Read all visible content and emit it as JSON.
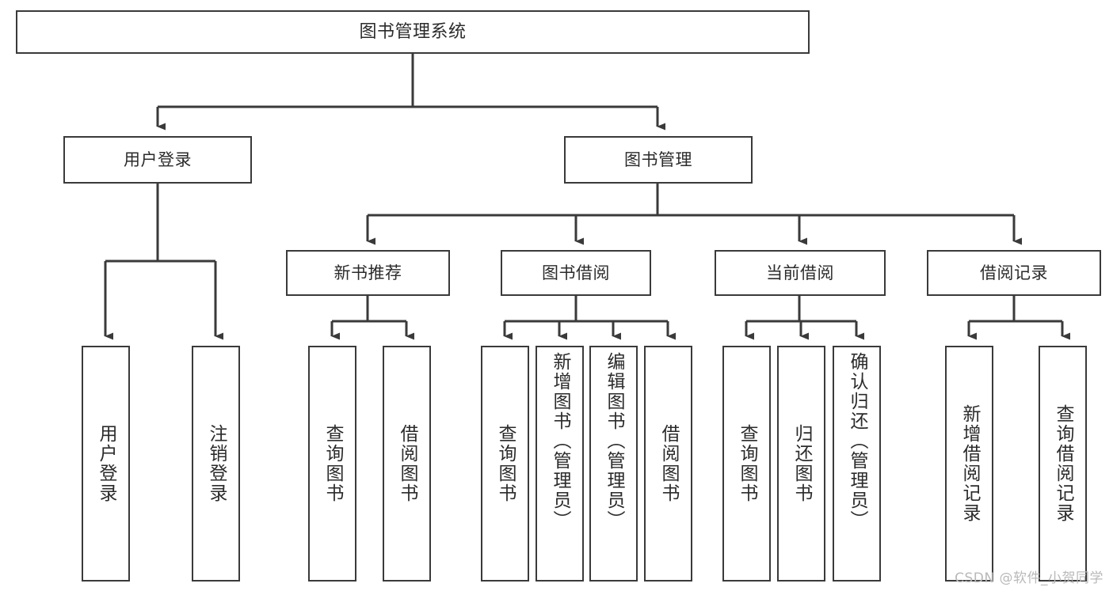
{
  "diagram": {
    "title": "图书管理系统",
    "type": "tree-hierarchy-chart",
    "stroke_color": "#3a3a3a",
    "fill_color": "#ffffff",
    "text_color": "#2b2b2b"
  },
  "nodes": {
    "root": {
      "label": "图书管理系统"
    },
    "level1": [
      {
        "label": "用户登录"
      },
      {
        "label": "图书管理"
      }
    ],
    "level2": [
      {
        "label": "新书推荐"
      },
      {
        "label": "图书借阅"
      },
      {
        "label": "当前借阅"
      },
      {
        "label": "借阅记录"
      }
    ],
    "leaves": {
      "user_login": [
        {
          "label": "用户登录"
        },
        {
          "label": "注销登录"
        }
      ],
      "new_book": [
        {
          "label": "查询图书"
        },
        {
          "label": "借阅图书"
        }
      ],
      "book_borrow": [
        {
          "label": "查询图书"
        },
        {
          "label": "新增图书（管理员）"
        },
        {
          "label": "编辑图书（管理员）"
        },
        {
          "label": "借阅图书"
        }
      ],
      "current_borrow": [
        {
          "label": "查询图书"
        },
        {
          "label": "归还图书"
        },
        {
          "label": "确认归还（管理员）"
        }
      ],
      "borrow_record": [
        {
          "label": "新增借阅记录"
        },
        {
          "label": "查询借阅记录"
        }
      ]
    }
  },
  "watermark": {
    "text": "CSDN @软件_小贺同学"
  },
  "chart_data": {
    "type": "table",
    "title": "图书管理系统",
    "tree": [
      {
        "label": "图书管理系统",
        "children": [
          {
            "label": "用户登录",
            "children": [
              {
                "label": "用户登录"
              },
              {
                "label": "注销登录"
              }
            ]
          },
          {
            "label": "图书管理",
            "children": [
              {
                "label": "新书推荐",
                "children": [
                  {
                    "label": "查询图书"
                  },
                  {
                    "label": "借阅图书"
                  }
                ]
              },
              {
                "label": "图书借阅",
                "children": [
                  {
                    "label": "查询图书"
                  },
                  {
                    "label": "新增图书（管理员）"
                  },
                  {
                    "label": "编辑图书（管理员）"
                  },
                  {
                    "label": "借阅图书"
                  }
                ]
              },
              {
                "label": "当前借阅",
                "children": [
                  {
                    "label": "查询图书"
                  },
                  {
                    "label": "归还图书"
                  },
                  {
                    "label": "确认归还（管理员）"
                  }
                ]
              },
              {
                "label": "借阅记录",
                "children": [
                  {
                    "label": "新增借阅记录"
                  },
                  {
                    "label": "查询借阅记录"
                  }
                ]
              }
            ]
          }
        ]
      }
    ]
  }
}
